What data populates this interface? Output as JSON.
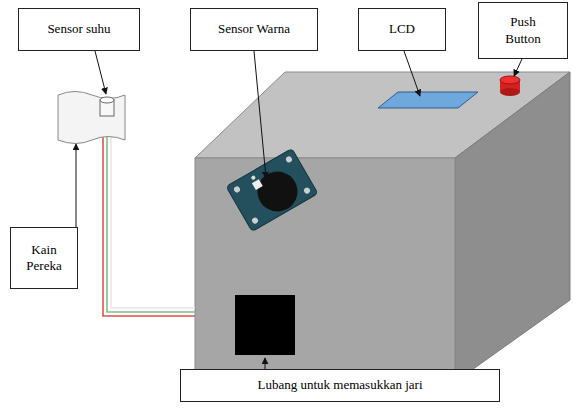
{
  "diagram": {
    "nodes": [
      {
        "text": [
          "Sensor suhu"
        ]
      },
      {
        "text": [
          "Sensor Warna"
        ]
      },
      {
        "text": [
          "LCD"
        ]
      },
      {
        "text": [
          "Push Button"
        ]
      },
      {
        "text": [
          "Kain Pereka"
        ]
      },
      {
        "text": [
          "Lubang untuk memasukkan jari"
        ]
      }
    ]
  }
}
